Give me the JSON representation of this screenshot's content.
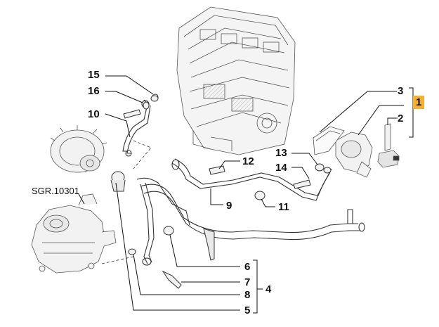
{
  "diagram": {
    "callouts": {
      "c1": "1",
      "c2": "2",
      "c3": "3",
      "c4": "4",
      "c5": "5",
      "c6": "6",
      "c7": "7",
      "c8": "8",
      "c9": "9",
      "c10": "10",
      "c11": "11",
      "c12": "12",
      "c13": "13",
      "c14": "14",
      "c15": "15",
      "c16": "16"
    },
    "reference_label": "SGR.10301",
    "highlight_color": "#f2b134",
    "line_color": "#111111"
  }
}
